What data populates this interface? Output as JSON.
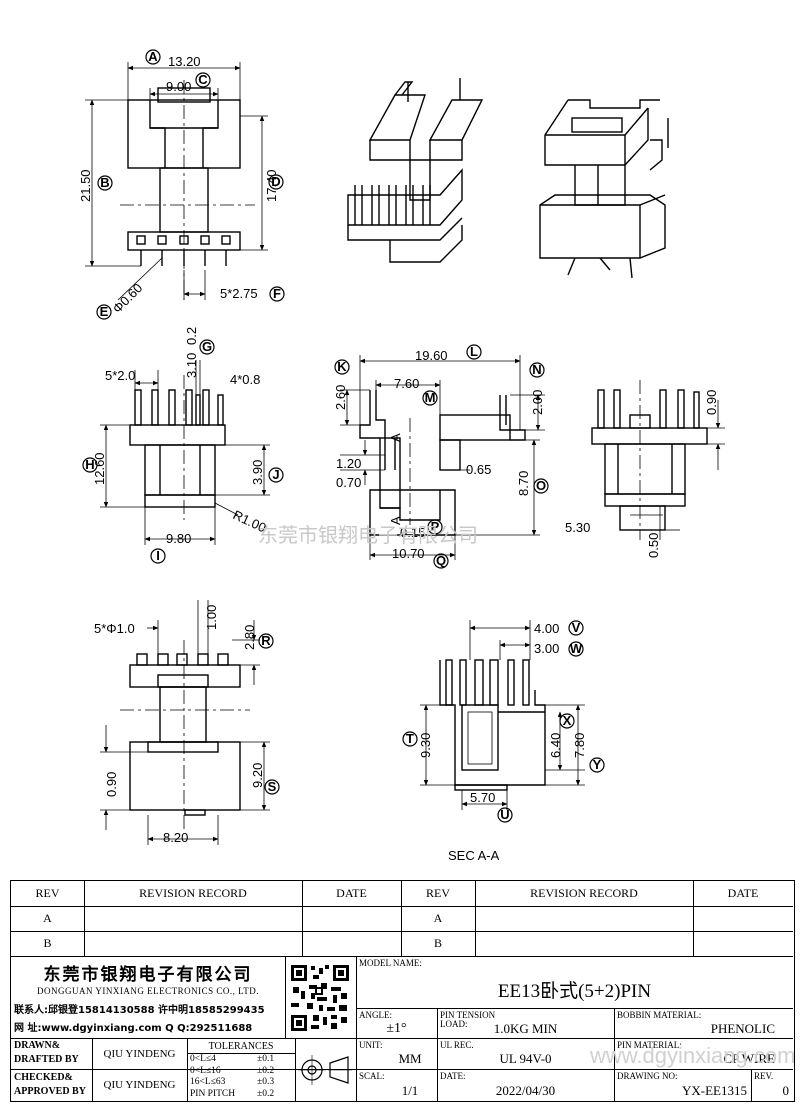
{
  "dimensions": {
    "a_width": "13.20",
    "a_label": "A",
    "c_width": "9.00",
    "c_label": "C",
    "b_height": "21.50",
    "b_label": "B",
    "d_height": "17.40",
    "d_label": "D",
    "e_pin_dia": "Φ0.60",
    "e_label": "E",
    "f_pitch": "5*2.75",
    "f_label": "F",
    "g_dim": "3.10",
    "g_sub": "0.2",
    "g_label": "G",
    "pins_5x2": "5*2.0",
    "pins_4x08": "4*0.8",
    "h_height": "12.60",
    "h_label": "H",
    "j_height": "3.90",
    "j_label": "J",
    "radius": "R1.00",
    "i_width": "9.80",
    "i_label": "I",
    "l_width": "19.60",
    "l_label": "L",
    "k_height": "2.60",
    "k_label": "K",
    "m_width": "7.60",
    "m_label": "M",
    "n_height": "2.00",
    "n_label": "N",
    "dim_120": "1.20",
    "dim_070": "0.70",
    "dim_065": "0.65",
    "o_height": "8.70",
    "o_label": "O",
    "p_dim": "0.15",
    "p_label": "P",
    "q_width": "10.70",
    "q_label": "Q",
    "side_090": "0.90",
    "side_530": "5.30",
    "side_050": "0.50",
    "pins_5xdia": "5*Φ1.0",
    "dim_100": "1.00",
    "r_height": "2.80",
    "r_label": "R",
    "bottom_090": "0.90",
    "s_height": "9.20",
    "s_label": "S",
    "bottom_820": "8.20",
    "v_width": "4.00",
    "v_label": "V",
    "w_width": "3.00",
    "w_label": "W",
    "t_height": "9.30",
    "t_label": "T",
    "x_height": "6.40",
    "x_label": "X",
    "y_height": "7.80",
    "y_label": "Y",
    "u_width": "5.70",
    "u_label": "U",
    "section_a": "A",
    "section_title": "SEC A-A"
  },
  "watermark": {
    "center": "东莞市银翔电子有限公司",
    "bottom": "www.dgyinxiang.com"
  },
  "revision_table": {
    "rev_header": "REV",
    "record_header": "REVISION RECORD",
    "date_header": "DATE",
    "rows": [
      "A",
      "B"
    ]
  },
  "company": {
    "name_cn": "东莞市银翔电子有限公司",
    "name_en": "DONGGUAN YINXIANG ELECTRONICS CO., LTD.",
    "contact": "联系人:邱银登15814130588 许中明18585299435",
    "website": "网  址:www.dgyinxiang.com  Q Q:292511688"
  },
  "title_block": {
    "model_name_label": "MODEL NAME:",
    "model_name": "EE13卧式(5+2)PIN",
    "angle_label": "ANGLE:",
    "angle": "±1°",
    "pin_tension_label": "PIN TENSION",
    "load_label": "LOAD:",
    "load": "1.0KG MIN",
    "bobbin_material_label": "BOBBIN MATERIAL:",
    "bobbin_material": "PHENOLIC",
    "unit_label": "UNIT:",
    "unit": "MM",
    "ul_rec_label": "UL REC.",
    "ul_rec": "UL 94V-0",
    "pin_material_label": "PIN MATERIAL:",
    "pin_material": "CP WIRE",
    "scale_label": "SCAL:",
    "scale": "1/1",
    "date_label": "DATE:",
    "date": "2022/04/30",
    "drawing_no_label": "DRAWING NO:",
    "drawing_no": "YX-EE1315",
    "rev_label": "REV.",
    "rev": "0",
    "drawn_label_1": "DRAWN&",
    "drawn_label_2": "DRAFTED BY",
    "drawn_by": "QIU YINDENG",
    "checked_label_1": "CHECKED&",
    "checked_label_2": "APPROVED BY",
    "checked_by": "QIU YINDENG",
    "tolerances_label": "TOLERANCES",
    "tol_rows": [
      {
        "range": "0<L≤4",
        "tol": "±0.1"
      },
      {
        "range": "0<L≤16",
        "tol": "±0.2"
      },
      {
        "range": "16<L≤63",
        "tol": "±0.3"
      },
      {
        "range": "PIN PITCH",
        "tol": "±0.2"
      }
    ]
  }
}
